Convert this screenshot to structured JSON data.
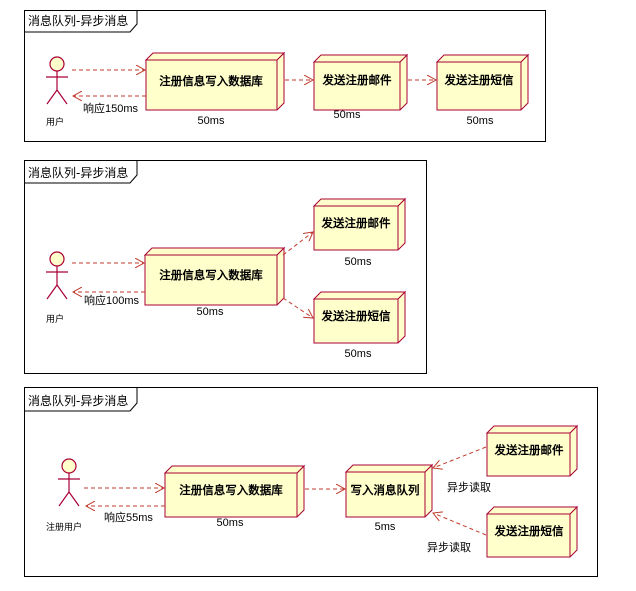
{
  "diagrams": [
    {
      "title": "消息队列-异步消息",
      "actor": "用户",
      "db": "注册信息写入数据库",
      "email": "发送注册邮件",
      "sms": "发送注册短信",
      "response": "响应150ms",
      "db_time": "50ms",
      "email_time": "50ms",
      "sms_time": "50ms"
    },
    {
      "title": "消息队列-异步消息",
      "actor": "用户",
      "db": "注册信息写入数据库",
      "email": "发送注册邮件",
      "sms": "发送注册短信",
      "response": "响应100ms",
      "db_time": "50ms",
      "email_time": "50ms",
      "sms_time": "50ms"
    },
    {
      "title": "消息队列-异步消息",
      "actor": "注册用户",
      "db": "注册信息写入数据库",
      "queue": "写入消息队列",
      "email": "发送注册邮件",
      "sms": "发送注册短信",
      "response": "响应55ms",
      "db_time": "50ms",
      "queue_time": "5ms",
      "read1": "异步读取",
      "read2": "异步读取"
    }
  ],
  "colors": {
    "node_fill": "#ffffcc",
    "stroke": "#a80036",
    "arrow": "#c0392b"
  }
}
